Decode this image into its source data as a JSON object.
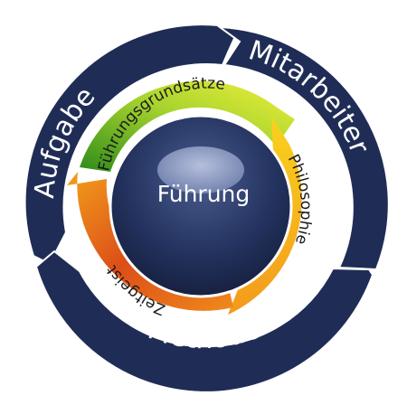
{
  "diagram": {
    "center_label": "Führung",
    "outer_ring": {
      "labels": [
        "Aufgabe",
        "Mitarbeiter",
        "Methode"
      ],
      "color": "#1f2d56"
    },
    "inner_ring": {
      "labels": [
        "Führungsgrundsätze",
        "Philosophie",
        "Zeitgeist"
      ],
      "gradient": [
        "#2e8b1a",
        "#c8e033",
        "#f5e51a",
        "#f7b21e",
        "#f08a1c",
        "#d8441a",
        "#8c2a12"
      ]
    },
    "hub_color": "#1f2d56"
  }
}
